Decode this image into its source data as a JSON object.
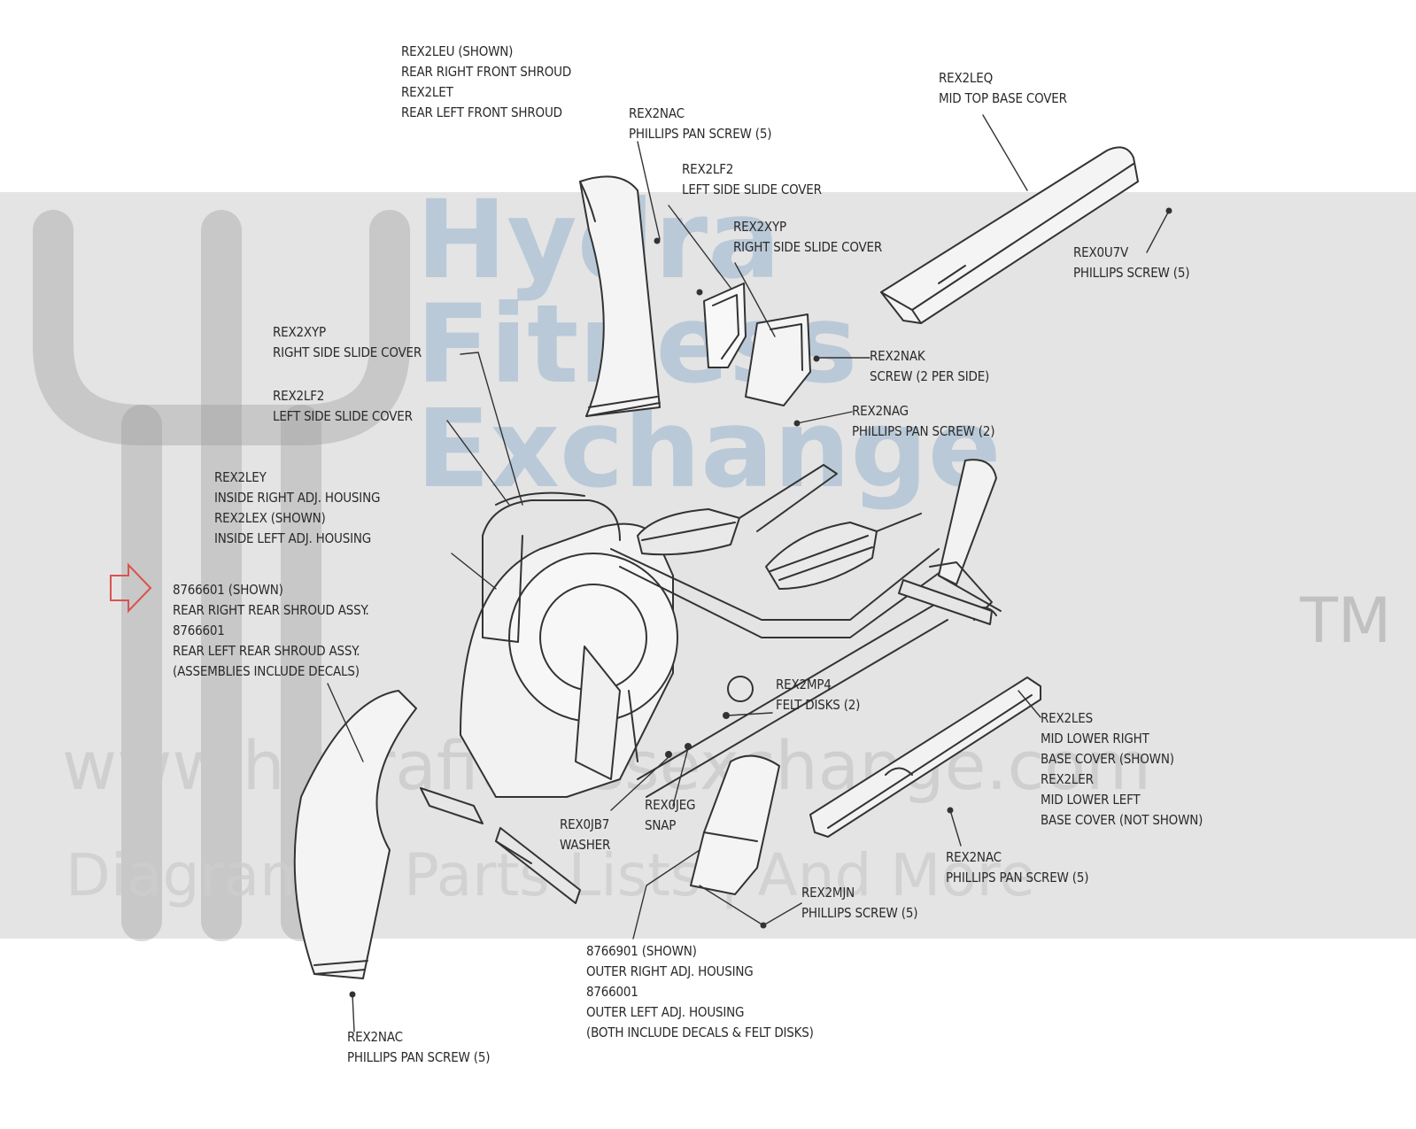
{
  "watermark": {
    "brand_lines": [
      "Hydra",
      "Fitness",
      "Exchange"
    ],
    "tm": "TM",
    "url": "www.hydrafitnessexchange.com",
    "tagline": "Diagrams | Parts Lists | And More"
  },
  "colors": {
    "background": "#ffffff",
    "watermark_band": "#e4e4e4",
    "line_art": "#333333",
    "arrow": "#d9534f"
  },
  "icons": [
    "hydra-logo-icon",
    "pointer-arrow-icon"
  ],
  "callouts": [
    {
      "id": "rear-front-shroud",
      "lines": [
        "REX2LEU (SHOWN)",
        "REAR RIGHT FRONT SHROUD",
        "REX2LET",
        "REAR LEFT FRONT SHROUD"
      ]
    },
    {
      "id": "pan-screw-top",
      "lines": [
        "REX2NAC",
        "PHILLIPS PAN SCREW (5)"
      ]
    },
    {
      "id": "mid-top-base-cover",
      "lines": [
        "REX2LEQ",
        "MID TOP BASE COVER"
      ]
    },
    {
      "id": "left-slide-cover-top",
      "lines": [
        "REX2LF2",
        "LEFT SIDE SLIDE COVER"
      ]
    },
    {
      "id": "right-slide-cover-top",
      "lines": [
        "REX2XYP",
        "RIGHT SIDE SLIDE COVER"
      ]
    },
    {
      "id": "phillips-screw-top",
      "lines": [
        "REX0U7V",
        "PHILLIPS SCREW (5)"
      ]
    },
    {
      "id": "right-slide-cover-left",
      "lines": [
        "REX2XYP",
        "RIGHT SIDE SLIDE COVER"
      ]
    },
    {
      "id": "screw-2-per-side",
      "lines": [
        "REX2NAK",
        "SCREW (2 PER SIDE)"
      ]
    },
    {
      "id": "left-slide-cover-left",
      "lines": [
        "REX2LF2",
        "LEFT SIDE SLIDE COVER"
      ]
    },
    {
      "id": "pan-screw-2",
      "lines": [
        "REX2NAG",
        "PHILLIPS PAN SCREW (2)"
      ]
    },
    {
      "id": "inside-adj-housing",
      "lines": [
        "REX2LEY",
        "INSIDE RIGHT ADJ. HOUSING",
        "REX2LEX (SHOWN)",
        "INSIDE LEFT ADJ. HOUSING"
      ]
    },
    {
      "id": "rear-rear-shroud",
      "lines": [
        "8766601 (SHOWN)",
        "REAR RIGHT REAR SHROUD ASSY.",
        "8766601",
        "REAR LEFT REAR SHROUD ASSY.",
        "(ASSEMBLIES INCLUDE DECALS)"
      ]
    },
    {
      "id": "felt-disks",
      "lines": [
        "REX2MP4",
        "FELT DISKS (2)"
      ]
    },
    {
      "id": "mid-lower-base-cover",
      "lines": [
        "REX2LES",
        "MID LOWER RIGHT",
        "BASE COVER (SHOWN)",
        "REX2LER",
        "MID LOWER LEFT",
        "BASE COVER (NOT SHOWN)"
      ]
    },
    {
      "id": "snap",
      "lines": [
        "REX0JEG",
        "SNAP"
      ]
    },
    {
      "id": "washer",
      "lines": [
        "REX0JB7",
        "WASHER"
      ]
    },
    {
      "id": "pan-screw-lower-right",
      "lines": [
        "REX2NAC",
        "PHILLIPS PAN SCREW (5)"
      ]
    },
    {
      "id": "phillips-screw-lower",
      "lines": [
        "REX2MJN",
        "PHILLIPS SCREW (5)"
      ]
    },
    {
      "id": "outer-adj-housing",
      "lines": [
        "8766901 (SHOWN)",
        "OUTER RIGHT ADJ. HOUSING",
        "8766001",
        "OUTER LEFT ADJ. HOUSING",
        "(BOTH INCLUDE DECALS & FELT DISKS)"
      ]
    },
    {
      "id": "pan-screw-bottom",
      "lines": [
        "REX2NAC",
        "PHILLIPS PAN SCREW (5)"
      ]
    }
  ]
}
